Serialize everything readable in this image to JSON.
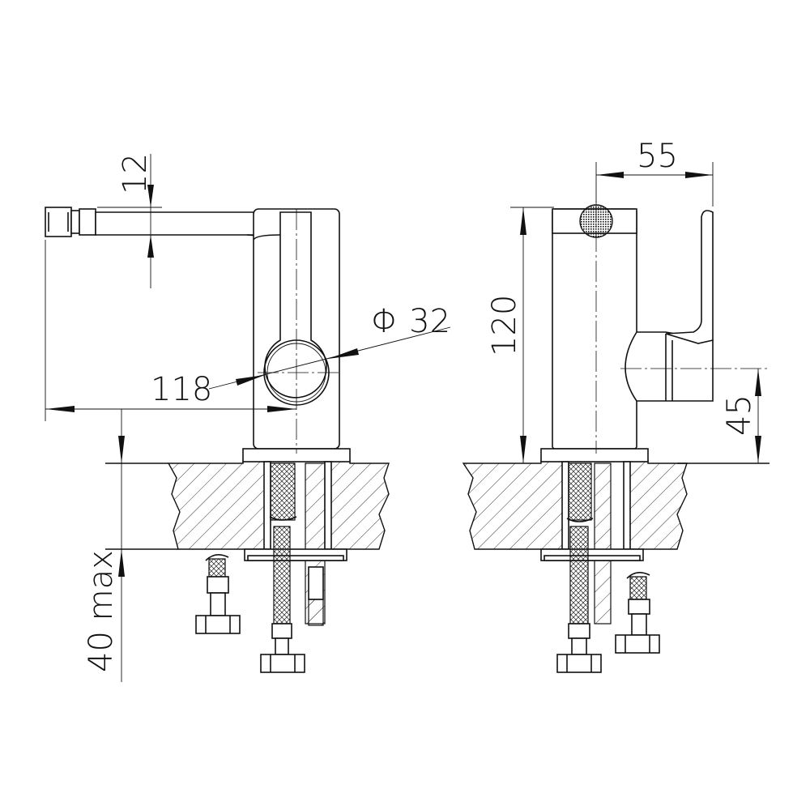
{
  "dimensions": {
    "spout_thickness": "12",
    "body_diameter": "Φ 32",
    "spout_reach": "118",
    "max_countertop": "40 max",
    "body_depth": "55",
    "height": "120",
    "lever_height": "45"
  }
}
